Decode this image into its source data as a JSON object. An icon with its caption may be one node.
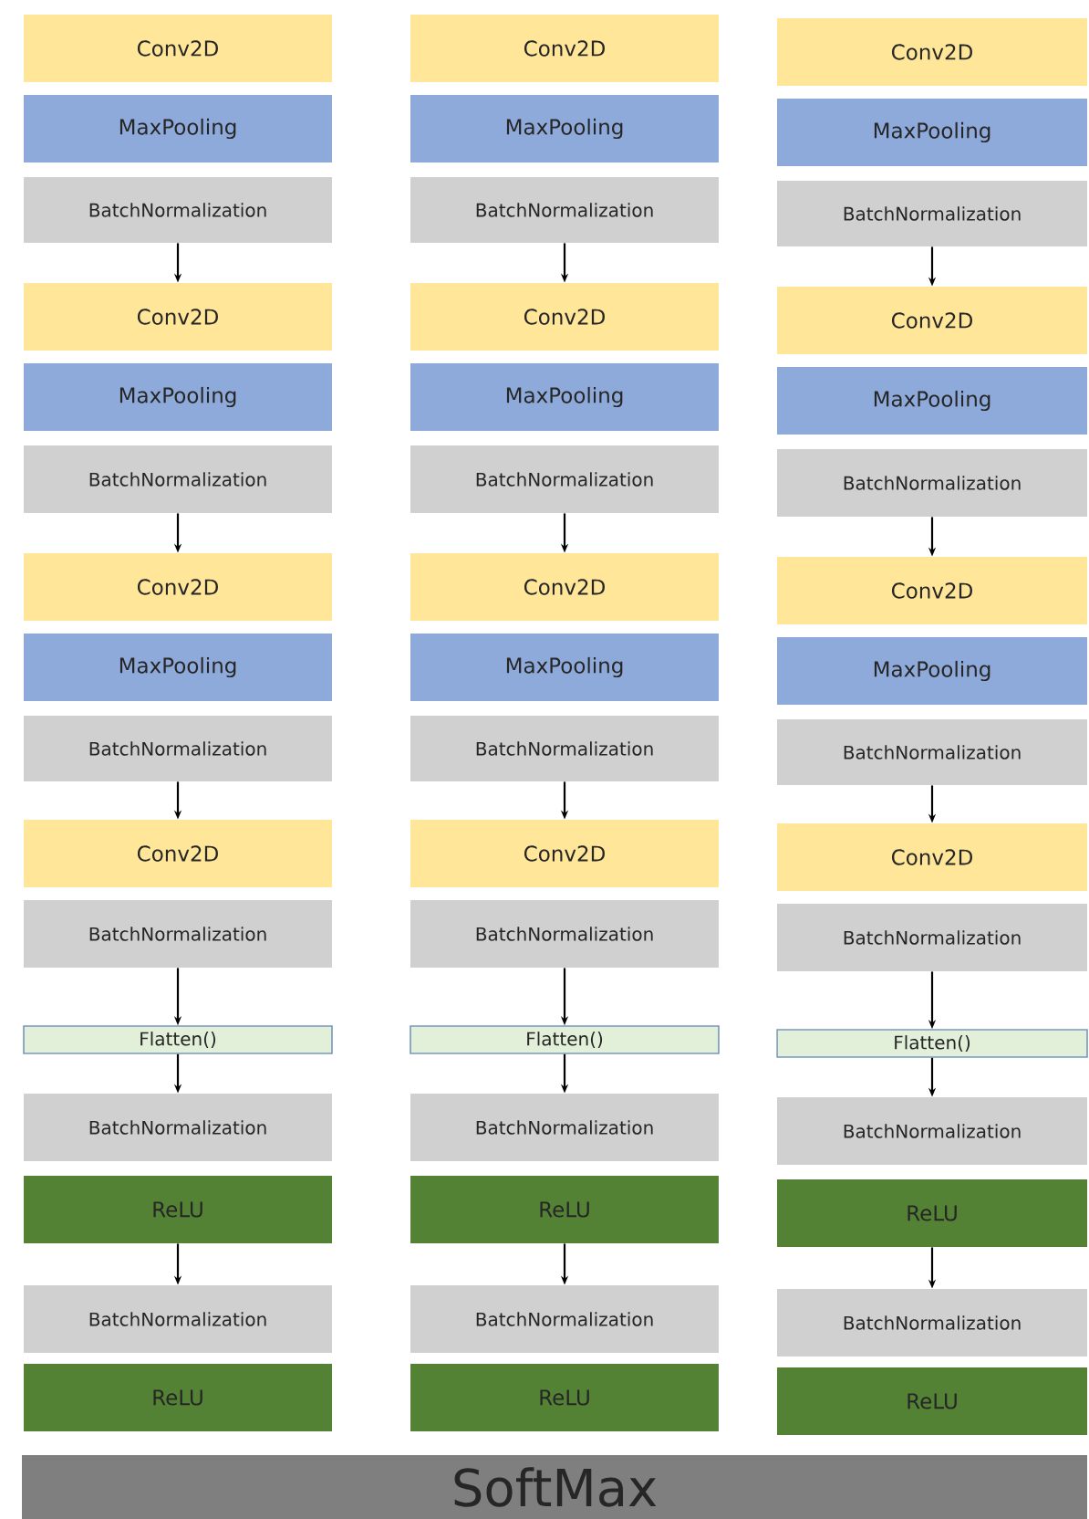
{
  "diagram": {
    "nodes": [
      {
        "text": [
          "Conv2D"
        ]
      },
      {
        "text": [
          "MaxPooling"
        ]
      },
      {
        "text": [
          "BatchNormalization"
        ]
      },
      {
        "text": [
          "Conv2D"
        ]
      },
      {
        "text": [
          "MaxPooling"
        ]
      },
      {
        "text": [
          "BatchNormalization"
        ]
      },
      {
        "text": [
          "Conv2D"
        ]
      },
      {
        "text": [
          "MaxPooling"
        ]
      },
      {
        "text": [
          "BatchNormalization"
        ]
      },
      {
        "text": [
          "Conv2D"
        ]
      },
      {
        "text": [
          "BatchNormalization"
        ]
      },
      {
        "text": [
          "Flatten()"
        ]
      },
      {
        "text": [
          "BatchNormalization"
        ]
      },
      {
        "text": [
          "ReLU"
        ]
      },
      {
        "text": [
          "BatchNormalization"
        ]
      },
      {
        "text": [
          "ReLU"
        ]
      },
      {
        "text": [
          "Conv2D"
        ]
      },
      {
        "text": [
          "MaxPooling"
        ]
      },
      {
        "text": [
          "BatchNormalization"
        ]
      },
      {
        "text": [
          "Conv2D"
        ]
      },
      {
        "text": [
          "MaxPooling"
        ]
      },
      {
        "text": [
          "BatchNormalization"
        ]
      },
      {
        "text": [
          "Conv2D"
        ]
      },
      {
        "text": [
          "MaxPooling"
        ]
      },
      {
        "text": [
          "BatchNormalization"
        ]
      },
      {
        "text": [
          "Conv2D"
        ]
      },
      {
        "text": [
          "BatchNormalization"
        ]
      },
      {
        "text": [
          "Flatten()"
        ]
      },
      {
        "text": [
          "BatchNormalization"
        ]
      },
      {
        "text": [
          "ReLU"
        ]
      },
      {
        "text": [
          "BatchNormalization"
        ]
      },
      {
        "text": [
          "ReLU"
        ]
      },
      {
        "text": [
          "Conv2D"
        ]
      },
      {
        "text": [
          "MaxPooling"
        ]
      },
      {
        "text": [
          "BatchNormalization"
        ]
      },
      {
        "text": [
          "Conv2D"
        ]
      },
      {
        "text": [
          "MaxPooling"
        ]
      },
      {
        "text": [
          "BatchNormalization"
        ]
      },
      {
        "text": [
          "Conv2D"
        ]
      },
      {
        "text": [
          "MaxPooling"
        ]
      },
      {
        "text": [
          "BatchNormalization"
        ]
      },
      {
        "text": [
          "Conv2D"
        ]
      },
      {
        "text": [
          "BatchNormalization"
        ]
      },
      {
        "text": [
          "Flatten()"
        ]
      },
      {
        "text": [
          "BatchNormalization"
        ]
      },
      {
        "text": [
          "ReLU"
        ]
      },
      {
        "text": [
          "BatchNormalization"
        ]
      },
      {
        "text": [
          "ReLU"
        ]
      },
      {
        "text": [
          "SoftMax"
        ]
      }
    ],
    "edges": [
      {
        "from": 2,
        "to": 3,
        "arrow": "to"
      },
      {
        "from": 5,
        "to": 6,
        "arrow": "to"
      },
      {
        "from": 8,
        "to": 9,
        "arrow": "to"
      },
      {
        "from": 10,
        "to": 11,
        "arrow": "to"
      },
      {
        "from": 11,
        "to": 12,
        "arrow": "to"
      },
      {
        "from": 13,
        "to": 14,
        "arrow": "to"
      },
      {
        "from": 18,
        "to": 19,
        "arrow": "to"
      },
      {
        "from": 21,
        "to": 22,
        "arrow": "to"
      },
      {
        "from": 24,
        "to": 25,
        "arrow": "to"
      },
      {
        "from": 26,
        "to": 27,
        "arrow": "to"
      },
      {
        "from": 27,
        "to": 28,
        "arrow": "to"
      },
      {
        "from": 29,
        "to": 30,
        "arrow": "to"
      },
      {
        "from": 34,
        "to": 35,
        "arrow": "to"
      },
      {
        "from": 37,
        "to": 38,
        "arrow": "to"
      },
      {
        "from": 40,
        "to": 41,
        "arrow": "to"
      },
      {
        "from": 42,
        "to": 43,
        "arrow": "to"
      },
      {
        "from": 43,
        "to": 44,
        "arrow": "to"
      },
      {
        "from": 45,
        "to": 46,
        "arrow": "to"
      }
    ]
  }
}
